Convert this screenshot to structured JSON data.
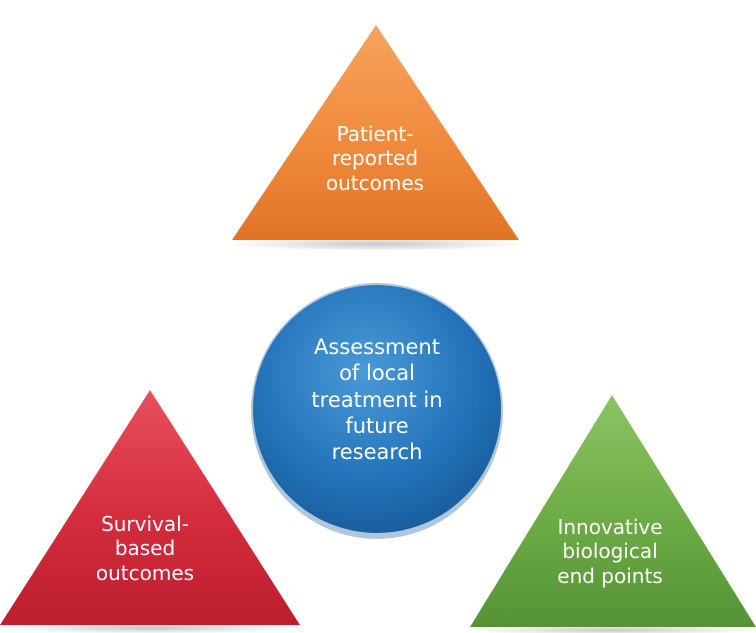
{
  "colors": {
    "orange": "#f08a3c",
    "red": "#d42c3c",
    "green": "#6cab45",
    "blue": "#2474bb"
  },
  "nodes": {
    "top": {
      "label": "Patient-\nreported\noutcomes"
    },
    "center": {
      "label": "Assessment\nof local\ntreatment in\nfuture\nresearch"
    },
    "left": {
      "label": "Survival-\nbased\noutcomes"
    },
    "right": {
      "label": "Innovative\nbiological\nend points"
    }
  }
}
